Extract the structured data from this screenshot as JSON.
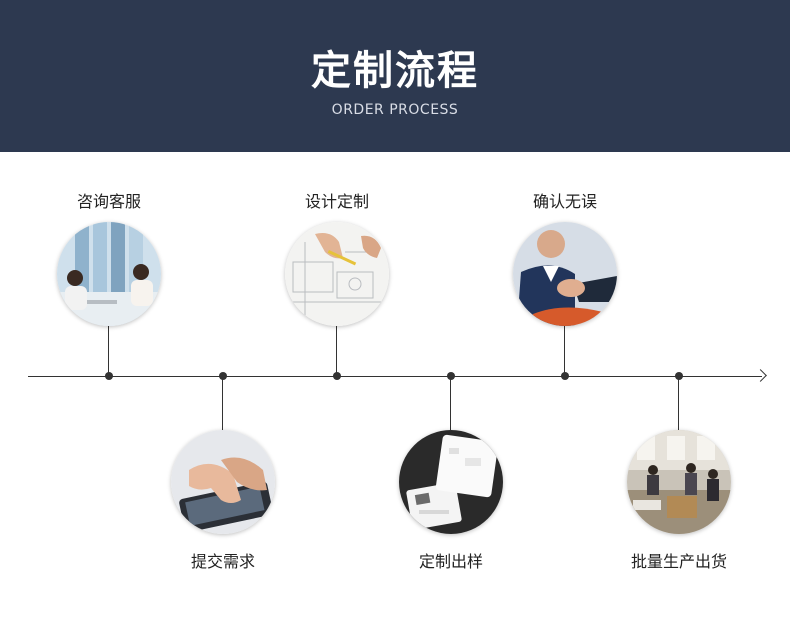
{
  "header": {
    "title": "定制流程",
    "subtitle": "ORDER PROCESS"
  },
  "steps": [
    {
      "label": "咨询客服",
      "icon": "customer-service-photo"
    },
    {
      "label": "提交需求",
      "icon": "tablet-touch-photo"
    },
    {
      "label": "设计定制",
      "icon": "blueprint-drawing-photo"
    },
    {
      "label": "定制出样",
      "icon": "sample-product-photo"
    },
    {
      "label": "确认无误",
      "icon": "handshake-photo"
    },
    {
      "label": "批量生产出货",
      "icon": "factory-production-photo"
    }
  ],
  "colors": {
    "banner": "#2d3950",
    "line": "#333333"
  }
}
